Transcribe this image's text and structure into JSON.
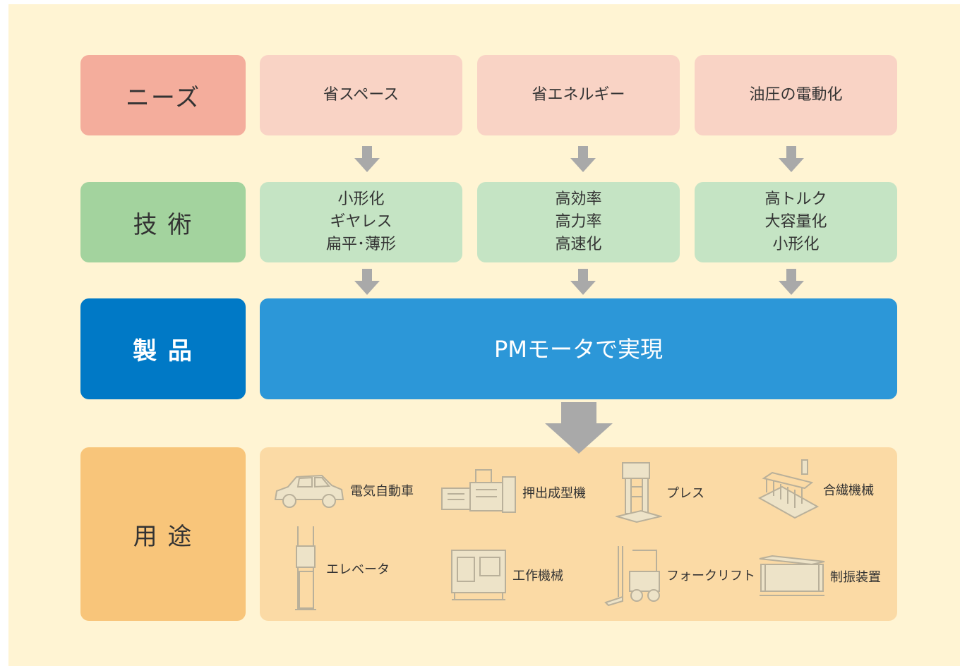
{
  "rows": {
    "needs": {
      "label": "ニーズ",
      "items": [
        "省スペース",
        "省エネルギー",
        "油圧の電動化"
      ]
    },
    "tech": {
      "label": "技 術",
      "items": [
        [
          "小形化",
          "ギヤレス",
          "扁平･薄形"
        ],
        [
          "高効率",
          "高力率",
          "高速化"
        ],
        [
          "高トルク",
          "大容量化",
          "小形化"
        ]
      ]
    },
    "product": {
      "label": "製 品",
      "text": "PMモータで実現"
    },
    "applications": {
      "label": "用 途",
      "items": [
        {
          "label": "電気自動車",
          "icon": "electric-car-icon"
        },
        {
          "label": "押出成型機",
          "icon": "extrusion-machine-icon"
        },
        {
          "label": "プレス",
          "icon": "press-machine-icon"
        },
        {
          "label": "合繊機械",
          "icon": "synthetic-fiber-machine-icon"
        },
        {
          "label": "エレベータ",
          "icon": "elevator-icon"
        },
        {
          "label": "工作機械",
          "icon": "machine-tool-icon"
        },
        {
          "label": "フォークリフト",
          "icon": "forklift-icon"
        },
        {
          "label": "制振装置",
          "icon": "vibration-control-device-icon"
        }
      ]
    }
  },
  "colors": {
    "background": "#fff4d3",
    "needs_label": "#f4ad9c",
    "needs_cell": "#f9d3c5",
    "tech_label": "#a3d39e",
    "tech_cell": "#c5e4c4",
    "product_label": "#0079c6",
    "product_cell": "#2c97d8",
    "use_label": "#f8c57a",
    "use_cell": "#fbdaa5",
    "arrow": "#a9a9a9",
    "icon": "#b9b09a"
  }
}
